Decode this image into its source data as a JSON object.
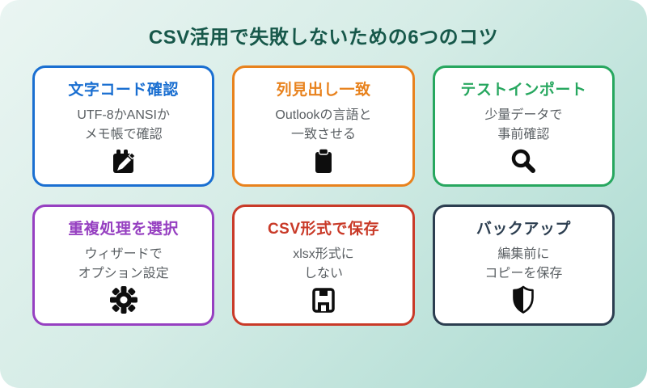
{
  "page": {
    "title": "CSV活用で失敗しないための6つのコツ",
    "title_color": "#17584a",
    "background_gradient_start": "#eaf5f2",
    "background_gradient_end": "#a9dad0"
  },
  "cards": [
    {
      "title": "文字コード確認",
      "color": "#1a6fd1",
      "lines": [
        "UTF-8かANSIか",
        "メモ帳で確認"
      ],
      "icon": "edit-note-icon"
    },
    {
      "title": "列見出し一致",
      "color": "#e8821d",
      "lines": [
        "Outlookの言語と",
        "一致させる"
      ],
      "icon": "clipboard-icon"
    },
    {
      "title": "テストインポート",
      "color": "#27a75f",
      "lines": [
        "少量データで",
        "事前確認"
      ],
      "icon": "magnifier-icon"
    },
    {
      "title": "重複処理を選択",
      "color": "#9640c1",
      "lines": [
        "ウィザードで",
        "オプション設定"
      ],
      "icon": "gear-icon"
    },
    {
      "title": "CSV形式で保存",
      "color": "#c93a28",
      "lines": [
        "xlsx形式に",
        "しない"
      ],
      "icon": "floppy-icon"
    },
    {
      "title": "バックアップ",
      "color": "#2c3e50",
      "lines": [
        "編集前に",
        "コピーを保存"
      ],
      "icon": "shield-icon"
    }
  ]
}
